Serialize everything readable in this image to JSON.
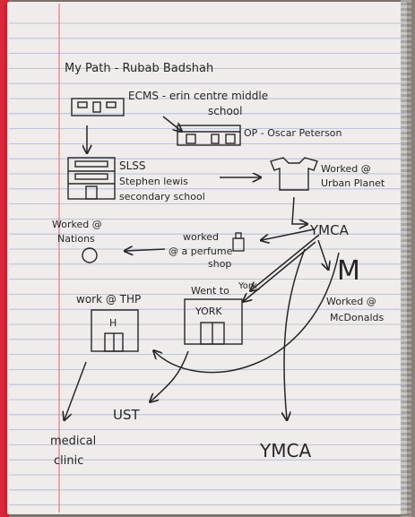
{
  "title": "My Path - Rubab Badshah",
  "nodes": {
    "ecms": "ECMS - erin centre middle school",
    "ecms_line1": "ECMS - erin centre middle",
    "ecms_line2": "school",
    "op": "OP - Oscar Peterson",
    "slss_line1": "SLSS",
    "slss_line2": "Stephen lewis",
    "slss_line3": "secondary school",
    "urban_line1": "Worked @",
    "urban_line2": "Urban Planet",
    "ymca_top": "YMCA",
    "mcd_logo": "M",
    "mcd_line1": "Worked @",
    "mcd_line2": "McDonalds",
    "perfume_line1": "worked",
    "perfume_line2": "@ a perfume",
    "perfume_line3": "shop",
    "nations_line1": "Worked @",
    "nations_line2": "Nations",
    "thp": "work @ THP",
    "thp_building_letter": "H",
    "york_line1": "Went to",
    "york_line2": "York",
    "york_sign": "YORK",
    "ust": "UST",
    "clinic_line1": "medical",
    "clinic_line2": "clinic",
    "ymca_bottom": "YMCA"
  },
  "colors": {
    "paper": "#efeceb",
    "rule_line": "#a9b6d6",
    "margin_line": "#e07b83",
    "ink": "#262626",
    "binder_red": "#d9283a"
  }
}
